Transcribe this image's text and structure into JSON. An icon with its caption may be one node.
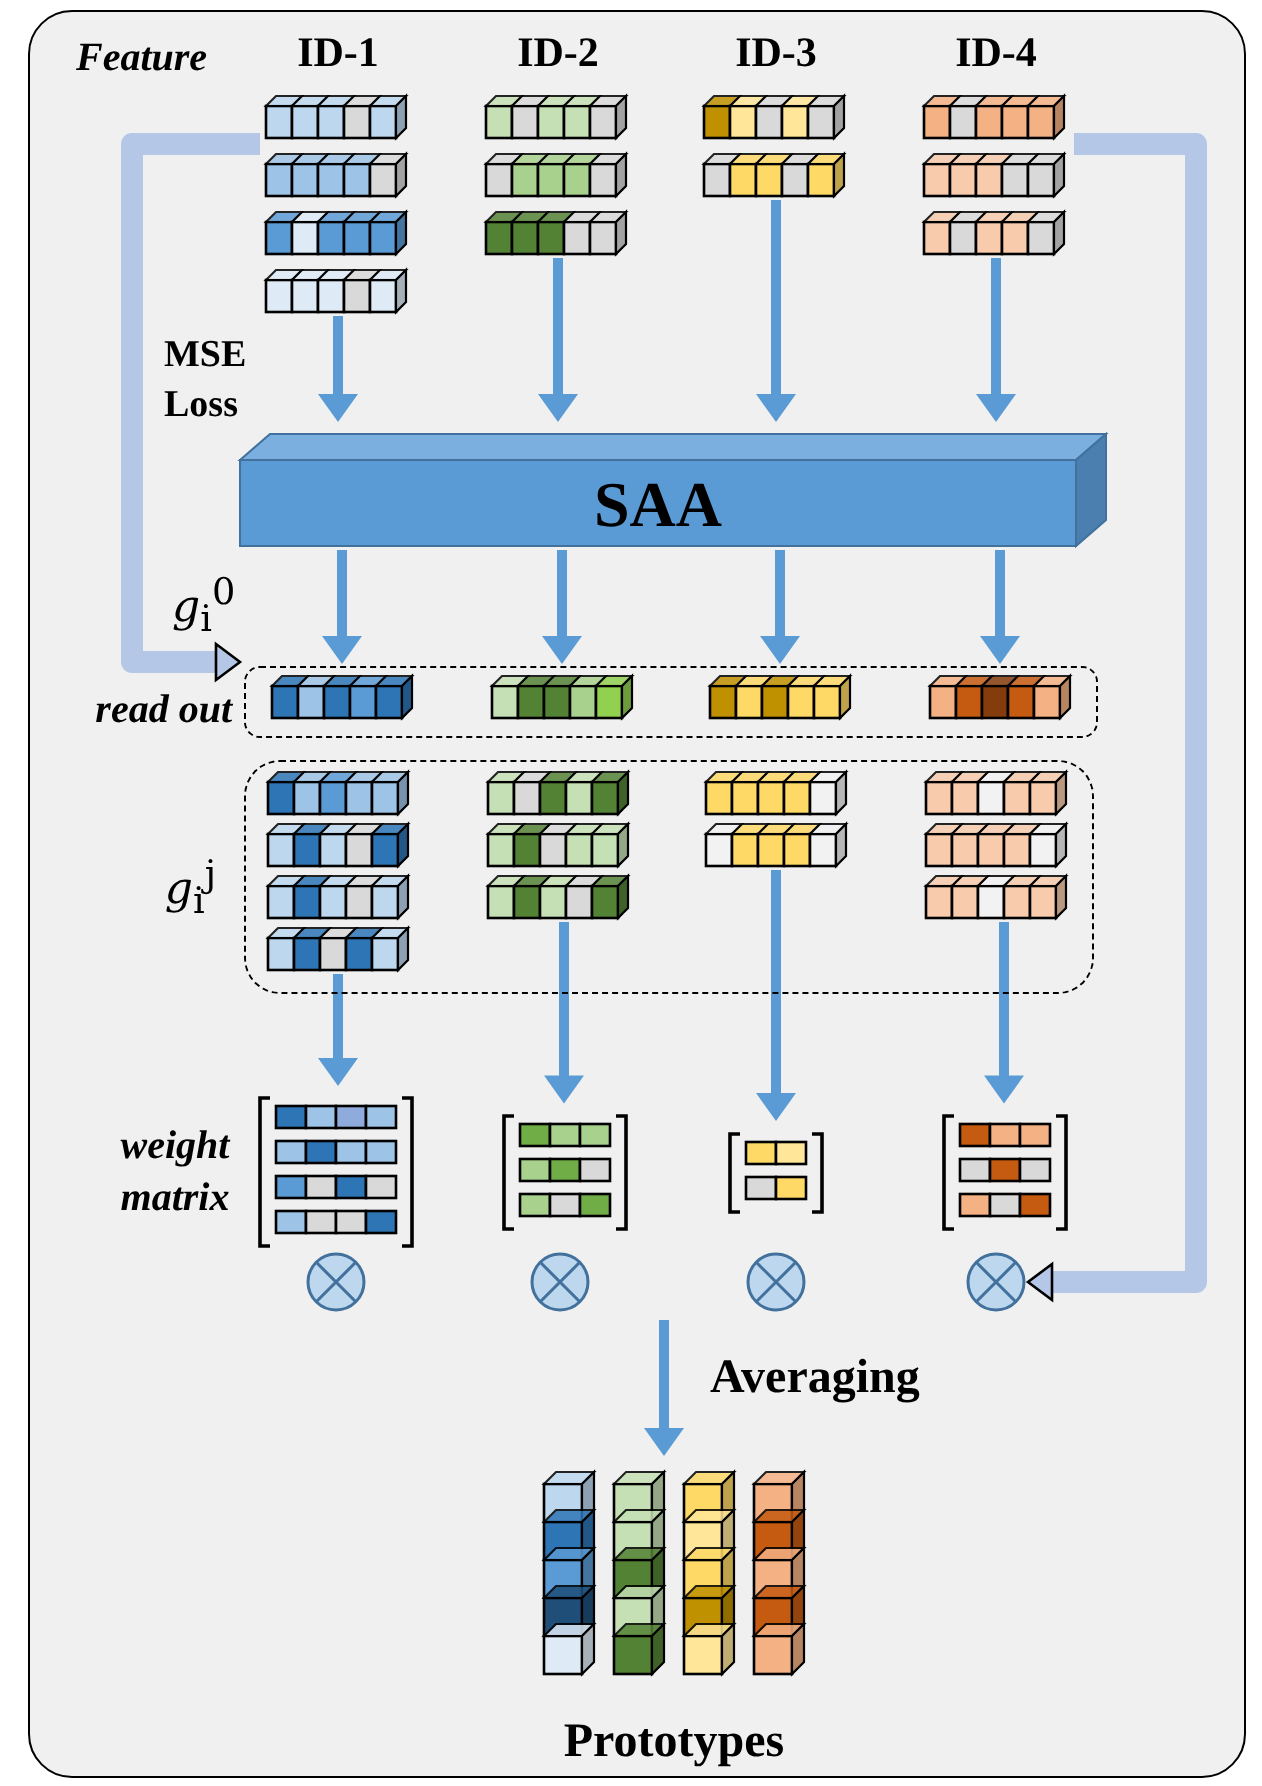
{
  "diagram": {
    "nodes": [
      {
        "text": [
          "ID-1"
        ]
      },
      {
        "text": [
          "ID-2"
        ]
      },
      {
        "text": [
          "ID-3"
        ]
      },
      {
        "text": [
          "ID-4"
        ]
      },
      {
        "text": [
          "SAA"
        ]
      },
      {
        "text": [
          "read out"
        ]
      },
      {
        "text": [],
        "shape": "picture",
        "in": 5
      },
      {
        "text": [],
        "shape": "picture",
        "in": 5
      },
      {
        "text": [],
        "shape": "picture",
        "in": 5
      },
      {
        "text": [],
        "shape": "picture",
        "in": 5
      },
      {
        "text": [
          "*g*$_{i}$$^{j}$"
        ]
      },
      {
        "text": [],
        "shape": "picture",
        "in": 10
      },
      {
        "text": [],
        "shape": "picture",
        "in": 10
      },
      {
        "text": [],
        "shape": "picture",
        "in": 10
      },
      {
        "text": [],
        "shape": "picture",
        "in": 10
      },
      {
        "text": [],
        "shape": "picture"
      },
      {
        "text": [],
        "shape": "picture"
      },
      {
        "text": [],
        "shape": "picture"
      },
      {
        "text": [],
        "shape": "picture"
      },
      {
        "text": [],
        "shape": "circle"
      },
      {
        "text": [],
        "shape": "circle"
      },
      {
        "text": [],
        "shape": "circle"
      },
      {
        "text": [],
        "shape": "circle"
      },
      {
        "text": [
          "Prototypes"
        ]
      }
    ],
    "edges": [
      {
        "from": 0,
        "to": 4,
        "arrow": "to"
      },
      {
        "from": 1,
        "to": 4,
        "arrow": "to"
      },
      {
        "from": 2,
        "to": 4,
        "arrow": "to"
      },
      {
        "from": 3,
        "to": 4,
        "arrow": "to"
      },
      {
        "from": 4,
        "to": 6,
        "arrow": "to"
      },
      {
        "from": 4,
        "to": 7,
        "arrow": "to"
      },
      {
        "from": 4,
        "to": 8,
        "arrow": "to"
      },
      {
        "from": 4,
        "to": 9,
        "arrow": "to"
      },
      {
        "from": 11,
        "to": 15,
        "arrow": "to"
      },
      {
        "from": 12,
        "to": 16,
        "arrow": "to"
      },
      {
        "from": 13,
        "to": 17,
        "arrow": "to"
      },
      {
        "from": 14,
        "to": 18,
        "arrow": "to"
      },
      {
        "from": 0,
        "to": 5,
        "arrow": "to",
        "style": "thick",
        "color": "#b4c7e7"
      },
      {
        "from": 3,
        "to": 22,
        "arrow": "to",
        "style": "thick",
        "color": "#b4c7e7"
      },
      {
        "from": null,
        "to": 23,
        "arrow": "to",
        "label": "Averaging"
      }
    ],
    "labels": [
      "Feature",
      "MSE Loss",
      "*g*$_{i}$$^{0}$",
      "weight matrix"
    ]
  }
}
